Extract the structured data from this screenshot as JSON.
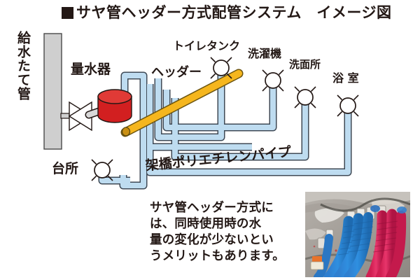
{
  "header": {
    "marker": "filled-square",
    "title": "サヤ管ヘッダー方式配管システム　イメージ図"
  },
  "diagram": {
    "riser_label": "給水たて管",
    "meter_label": "量水器",
    "header_label": "ヘッダー",
    "pipe_label": "架橋ポリエチレンパイプ",
    "fixtures": [
      {
        "name": "kitchen",
        "label": "台所"
      },
      {
        "name": "toilet-tank",
        "label": "トイレタンク"
      },
      {
        "name": "washing-machine",
        "label": "洗濯機"
      },
      {
        "name": "washroom",
        "label": "洗面所"
      },
      {
        "name": "bathroom",
        "label": "浴 室"
      }
    ],
    "colors": {
      "pipe_fill": "#bedcf0",
      "pipe_stroke": "#3f4a56",
      "header_bar": "#f5b61e",
      "header_bar_stroke": "#6b5410",
      "meter_red": "#d21f20",
      "riser_gray": "#cfcfcf",
      "ink": "#231815"
    }
  },
  "caption": {
    "lines": [
      "サヤ管ヘッダー方式に",
      "は、同時使用時の水",
      "量の変化が少ないとい",
      "うメリットもあります。"
    ]
  },
  "photo": {
    "alt": "サヤ管配管施工写真",
    "description": "コンクリート壁の前に並ぶ青と赤のサヤ管"
  }
}
